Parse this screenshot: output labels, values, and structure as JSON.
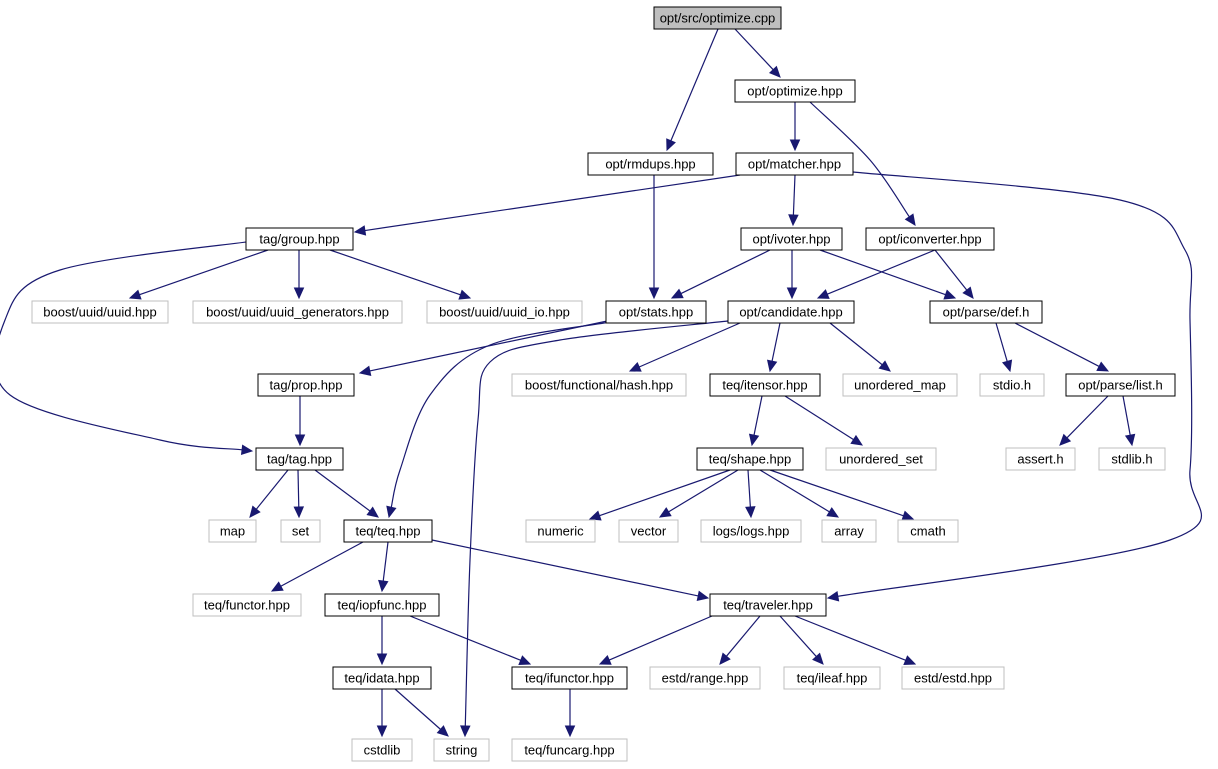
{
  "graph": {
    "type": "include-dependency-graph",
    "colors": {
      "root_fill": "#bfbfbf",
      "node_fill": "#ffffff",
      "documented_border": "#000000",
      "external_border": "#bfbfbf",
      "edge": "#191970"
    },
    "nodes": [
      {
        "id": "optimize_cpp",
        "label": "opt/src/optimize.cpp",
        "kind": "root"
      },
      {
        "id": "optimize_hpp",
        "label": "opt/optimize.hpp",
        "kind": "documented"
      },
      {
        "id": "rmdups_hpp",
        "label": "opt/rmdups.hpp",
        "kind": "documented"
      },
      {
        "id": "matcher_hpp",
        "label": "opt/matcher.hpp",
        "kind": "documented"
      },
      {
        "id": "group_hpp",
        "label": "tag/group.hpp",
        "kind": "documented"
      },
      {
        "id": "ivoter_hpp",
        "label": "opt/ivoter.hpp",
        "kind": "documented"
      },
      {
        "id": "iconverter_hpp",
        "label": "opt/iconverter.hpp",
        "kind": "documented"
      },
      {
        "id": "uuid_hpp",
        "label": "boost/uuid/uuid.hpp",
        "kind": "external"
      },
      {
        "id": "uuid_gen_hpp",
        "label": "boost/uuid/uuid_generators.hpp",
        "kind": "external"
      },
      {
        "id": "uuid_io_hpp",
        "label": "boost/uuid/uuid_io.hpp",
        "kind": "external"
      },
      {
        "id": "stats_hpp",
        "label": "opt/stats.hpp",
        "kind": "documented"
      },
      {
        "id": "candidate_hpp",
        "label": "opt/candidate.hpp",
        "kind": "documented"
      },
      {
        "id": "def_h",
        "label": "opt/parse/def.h",
        "kind": "documented"
      },
      {
        "id": "prop_hpp",
        "label": "tag/prop.hpp",
        "kind": "documented"
      },
      {
        "id": "hash_hpp",
        "label": "boost/functional/hash.hpp",
        "kind": "external"
      },
      {
        "id": "itensor_hpp",
        "label": "teq/itensor.hpp",
        "kind": "documented"
      },
      {
        "id": "unordered_map",
        "label": "unordered_map",
        "kind": "external"
      },
      {
        "id": "stdio_h",
        "label": "stdio.h",
        "kind": "external"
      },
      {
        "id": "list_h",
        "label": "opt/parse/list.h",
        "kind": "documented"
      },
      {
        "id": "tag_hpp",
        "label": "tag/tag.hpp",
        "kind": "documented"
      },
      {
        "id": "shape_hpp",
        "label": "teq/shape.hpp",
        "kind": "documented"
      },
      {
        "id": "unordered_set",
        "label": "unordered_set",
        "kind": "external"
      },
      {
        "id": "assert_h",
        "label": "assert.h",
        "kind": "external"
      },
      {
        "id": "stdlib_h",
        "label": "stdlib.h",
        "kind": "external"
      },
      {
        "id": "map",
        "label": "map",
        "kind": "external"
      },
      {
        "id": "set",
        "label": "set",
        "kind": "external"
      },
      {
        "id": "teq_hpp",
        "label": "teq/teq.hpp",
        "kind": "documented"
      },
      {
        "id": "numeric",
        "label": "numeric",
        "kind": "external"
      },
      {
        "id": "vector",
        "label": "vector",
        "kind": "external"
      },
      {
        "id": "logs_hpp",
        "label": "logs/logs.hpp",
        "kind": "external"
      },
      {
        "id": "array",
        "label": "array",
        "kind": "external"
      },
      {
        "id": "cmath",
        "label": "cmath",
        "kind": "external"
      },
      {
        "id": "functor_hpp",
        "label": "teq/functor.hpp",
        "kind": "external"
      },
      {
        "id": "iopfunc_hpp",
        "label": "teq/iopfunc.hpp",
        "kind": "documented"
      },
      {
        "id": "traveler_hpp",
        "label": "teq/traveler.hpp",
        "kind": "documented"
      },
      {
        "id": "idata_hpp",
        "label": "teq/idata.hpp",
        "kind": "documented"
      },
      {
        "id": "ifunctor_hpp",
        "label": "teq/ifunctor.hpp",
        "kind": "documented"
      },
      {
        "id": "range_hpp",
        "label": "estd/range.hpp",
        "kind": "external"
      },
      {
        "id": "ileaf_hpp",
        "label": "teq/ileaf.hpp",
        "kind": "external"
      },
      {
        "id": "estd_hpp",
        "label": "estd/estd.hpp",
        "kind": "external"
      },
      {
        "id": "cstdlib",
        "label": "cstdlib",
        "kind": "external"
      },
      {
        "id": "string",
        "label": "string",
        "kind": "external"
      },
      {
        "id": "funcarg_hpp",
        "label": "teq/funcarg.hpp",
        "kind": "external"
      }
    ],
    "edges": [
      {
        "from": "optimize_cpp",
        "to": "rmdups_hpp"
      },
      {
        "from": "optimize_cpp",
        "to": "optimize_hpp"
      },
      {
        "from": "optimize_hpp",
        "to": "matcher_hpp"
      },
      {
        "from": "optimize_hpp",
        "to": "iconverter_hpp"
      },
      {
        "from": "rmdups_hpp",
        "to": "stats_hpp"
      },
      {
        "from": "matcher_hpp",
        "to": "group_hpp"
      },
      {
        "from": "matcher_hpp",
        "to": "ivoter_hpp"
      },
      {
        "from": "matcher_hpp",
        "to": "traveler_hpp"
      },
      {
        "from": "group_hpp",
        "to": "uuid_hpp"
      },
      {
        "from": "group_hpp",
        "to": "uuid_gen_hpp"
      },
      {
        "from": "group_hpp",
        "to": "uuid_io_hpp"
      },
      {
        "from": "group_hpp",
        "to": "tag_hpp"
      },
      {
        "from": "ivoter_hpp",
        "to": "stats_hpp"
      },
      {
        "from": "ivoter_hpp",
        "to": "candidate_hpp"
      },
      {
        "from": "ivoter_hpp",
        "to": "def_h"
      },
      {
        "from": "iconverter_hpp",
        "to": "candidate_hpp"
      },
      {
        "from": "iconverter_hpp",
        "to": "def_h"
      },
      {
        "from": "stats_hpp",
        "to": "prop_hpp"
      },
      {
        "from": "stats_hpp",
        "to": "teq_hpp"
      },
      {
        "from": "candidate_hpp",
        "to": "hash_hpp"
      },
      {
        "from": "candidate_hpp",
        "to": "itensor_hpp"
      },
      {
        "from": "candidate_hpp",
        "to": "unordered_map"
      },
      {
        "from": "candidate_hpp",
        "to": "string"
      },
      {
        "from": "def_h",
        "to": "stdio_h"
      },
      {
        "from": "def_h",
        "to": "list_h"
      },
      {
        "from": "list_h",
        "to": "assert_h"
      },
      {
        "from": "list_h",
        "to": "stdlib_h"
      },
      {
        "from": "prop_hpp",
        "to": "tag_hpp"
      },
      {
        "from": "itensor_hpp",
        "to": "shape_hpp"
      },
      {
        "from": "itensor_hpp",
        "to": "unordered_set"
      },
      {
        "from": "tag_hpp",
        "to": "map"
      },
      {
        "from": "tag_hpp",
        "to": "set"
      },
      {
        "from": "tag_hpp",
        "to": "teq_hpp"
      },
      {
        "from": "shape_hpp",
        "to": "numeric"
      },
      {
        "from": "shape_hpp",
        "to": "vector"
      },
      {
        "from": "shape_hpp",
        "to": "logs_hpp"
      },
      {
        "from": "shape_hpp",
        "to": "array"
      },
      {
        "from": "shape_hpp",
        "to": "cmath"
      },
      {
        "from": "teq_hpp",
        "to": "functor_hpp"
      },
      {
        "from": "teq_hpp",
        "to": "iopfunc_hpp"
      },
      {
        "from": "teq_hpp",
        "to": "traveler_hpp"
      },
      {
        "from": "iopfunc_hpp",
        "to": "idata_hpp"
      },
      {
        "from": "iopfunc_hpp",
        "to": "ifunctor_hpp"
      },
      {
        "from": "traveler_hpp",
        "to": "ifunctor_hpp"
      },
      {
        "from": "traveler_hpp",
        "to": "range_hpp"
      },
      {
        "from": "traveler_hpp",
        "to": "ileaf_hpp"
      },
      {
        "from": "traveler_hpp",
        "to": "estd_hpp"
      },
      {
        "from": "idata_hpp",
        "to": "cstdlib"
      },
      {
        "from": "idata_hpp",
        "to": "string"
      },
      {
        "from": "ifunctor_hpp",
        "to": "funcarg_hpp"
      }
    ]
  }
}
